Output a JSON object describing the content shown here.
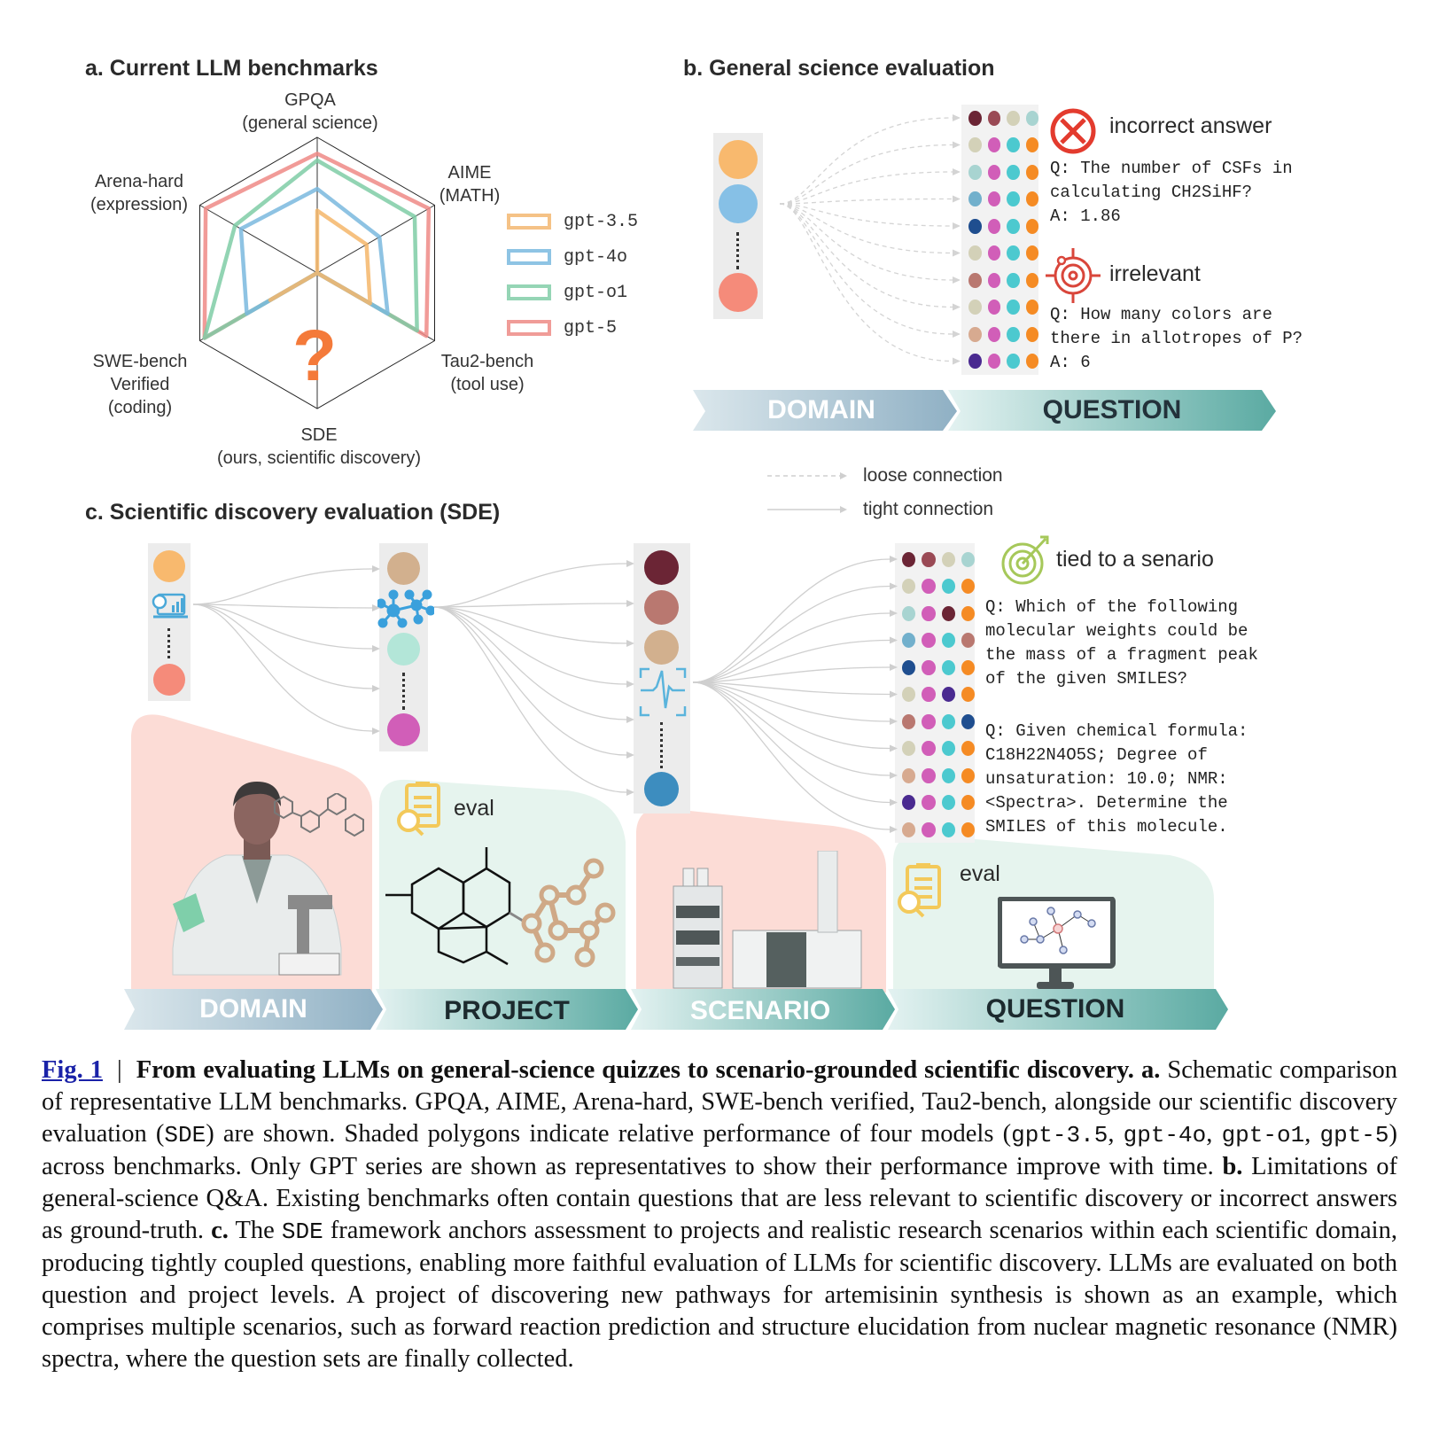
{
  "panel_a": {
    "title": "a. Current LLM benchmarks",
    "question_mark": "?"
  },
  "panel_b": {
    "title": "b. General science evaluation",
    "incorrect_label": "incorrect answer",
    "incorrect_q": "Q: The number of CSFs in\ncalculating CH2SiHF?\nA: 1.86",
    "irrelevant_label": "irrelevant",
    "irrelevant_q": "Q: How many colors are\nthere in allotropes of P?\nA: 6",
    "domain_colors": [
      "#f8b96e",
      "#86c0e6",
      "#f58b7a"
    ],
    "dot_rows": [
      [
        "#6b2535",
        "#9a4a55",
        "#d3d1b8",
        "#a8d4d1"
      ],
      [
        "#d3d1b8",
        "#d15eb8",
        "#4cc9cf",
        "#f58b24"
      ],
      [
        "#a8d4d1",
        "#d15eb8",
        "#4cc9cf",
        "#f58b24"
      ],
      [
        "#72b0cc",
        "#d15eb8",
        "#4cc9cf",
        "#f58b24"
      ],
      [
        "#1f4e8f",
        "#d15eb8",
        "#4cc9cf",
        "#f58b24"
      ],
      [
        "#d3d1b8",
        "#d15eb8",
        "#4cc9cf",
        "#f58b24"
      ],
      [
        "#b97870",
        "#d15eb8",
        "#4cc9cf",
        "#f58b24"
      ],
      [
        "#d3d1b8",
        "#d15eb8",
        "#4cc9cf",
        "#f58b24"
      ],
      [
        "#d7aa90",
        "#d15eb8",
        "#4cc9cf",
        "#f58b24"
      ],
      [
        "#4a2a90",
        "#d15eb8",
        "#4cc9cf",
        "#f58b24"
      ]
    ],
    "banners": [
      "DOMAIN",
      "QUESTION"
    ]
  },
  "connection_legend": {
    "loose": "loose connection",
    "tight": "tight connection"
  },
  "panel_c": {
    "title": "c. Scientific discovery evaluation (SDE)",
    "tied_label": "tied to a senario",
    "q1": "Q: Which of the following\nmolecular weights could be\nthe mass of a fragment peak\nof the given SMILES?",
    "q2": "Q: Given chemical formula:\nC18H22N4O5S; Degree of\nunsaturation: 10.0; NMR:\n<Spectra>. Determine the\nSMILES of this molecule.",
    "eval_label_project": "eval",
    "eval_label_question": "eval",
    "domain_colors": [
      "#f8b96e",
      "#f58b7a"
    ],
    "project_colors": [
      "#d2b08e",
      "#b3e6d8",
      "#d15eb8"
    ],
    "scenario_colors": [
      "#6b2535",
      "#b97870",
      "#d2b08e",
      "#3d8dbf"
    ],
    "dot_rows": [
      [
        "#6b2535",
        "#9a4a55",
        "#d3d1b8",
        "#a8d4d1"
      ],
      [
        "#d3d1b8",
        "#d15eb8",
        "#4cc9cf",
        "#f58b24"
      ],
      [
        "#a8d4d1",
        "#d15eb8",
        "#6b2535",
        "#f58b24"
      ],
      [
        "#72b0cc",
        "#d15eb8",
        "#4cc9cf",
        "#b97870"
      ],
      [
        "#1f4e8f",
        "#d15eb8",
        "#4cc9cf",
        "#f58b24"
      ],
      [
        "#d3d1b8",
        "#d15eb8",
        "#4a2a90",
        "#f58b24"
      ],
      [
        "#b97870",
        "#d15eb8",
        "#4cc9cf",
        "#1f4e8f"
      ],
      [
        "#d3d1b8",
        "#d15eb8",
        "#4cc9cf",
        "#f58b24"
      ],
      [
        "#d7aa90",
        "#d15eb8",
        "#4cc9cf",
        "#f58b24"
      ],
      [
        "#4a2a90",
        "#d15eb8",
        "#4cc9cf",
        "#f58b24"
      ],
      [
        "#d7aa90",
        "#d15eb8",
        "#4cc9cf",
        "#f58b24"
      ]
    ],
    "banners": [
      "DOMAIN",
      "PROJECT",
      "SCENARIO",
      "QUESTION"
    ]
  },
  "caption": {
    "fig_ref": "Fig. 1",
    "separator": "|",
    "title": "From evaluating LLMs on general-science quizzes to scenario-grounded scientific discovery.",
    "a_label": "a.",
    "a_text_1": "Schematic comparison of representative LLM benchmarks. GPQA, AIME, Arena-hard, SWE-bench verified, Tau2-bench, alongside our scientific discovery evaluation (",
    "a_code_sde": "SDE",
    "a_text_2": ") are shown. Shaded polygons indicate relative performance of four models (",
    "models": [
      "gpt-3.5",
      "gpt-4o",
      "gpt-o1",
      "gpt-5"
    ],
    "a_text_3": ") across benchmarks. Only GPT series are shown as representatives to show their performance improve with time.",
    "b_label": "b.",
    "b_text": "Limitations of general-science Q&A. Existing benchmarks often contain questions that are less relevant to scientific discovery or incorrect answers as ground-truth.",
    "c_label": "c.",
    "c_text_1": "The",
    "c_code_sde": "SDE",
    "c_text_2": "framework anchors assessment to projects and realistic research scenarios within each scientific domain, producing tightly coupled questions, enabling more faithful evaluation of LLMs for scientific discovery. LLMs are evaluated on both question and project levels. A project of discovering new pathways for artemisinin synthesis is shown as an example, which comprises multiple scenarios, such as forward reaction prediction and structure elucidation from nuclear magnetic resonance (NMR) spectra, where the question sets are finally collected."
  },
  "chart_data": {
    "type": "radar",
    "title": "a. Current LLM benchmarks",
    "axes": [
      {
        "name": "GPQA",
        "sub": "(general science)"
      },
      {
        "name": "AIME",
        "sub": "(MATH)"
      },
      {
        "name": "Tau2-bench",
        "sub": "(tool use)"
      },
      {
        "name": "SDE",
        "sub": "(ours, scientific discovery)"
      },
      {
        "name": "SWE-bench Verified",
        "sub": "(coding)"
      },
      {
        "name": "Arena-hard",
        "sub": "(expression)"
      }
    ],
    "range": [
      0,
      1
    ],
    "legend_position": "right",
    "series": [
      {
        "name": "gpt-3.5",
        "color": "#f5b66a",
        "values": [
          0.46,
          0.42,
          0.45,
          0.0,
          0.4,
          0.0
        ]
      },
      {
        "name": "gpt-4o",
        "color": "#7ab8de",
        "values": [
          0.62,
          0.53,
          0.6,
          0.0,
          0.6,
          0.65
        ]
      },
      {
        "name": "gpt-o1",
        "color": "#7fcca6",
        "values": [
          0.83,
          0.83,
          0.85,
          0.0,
          0.96,
          0.7
        ]
      },
      {
        "name": "gpt-5",
        "color": "#ee8a86",
        "values": [
          0.88,
          0.95,
          0.93,
          0.0,
          0.96,
          0.95
        ]
      }
    ]
  }
}
